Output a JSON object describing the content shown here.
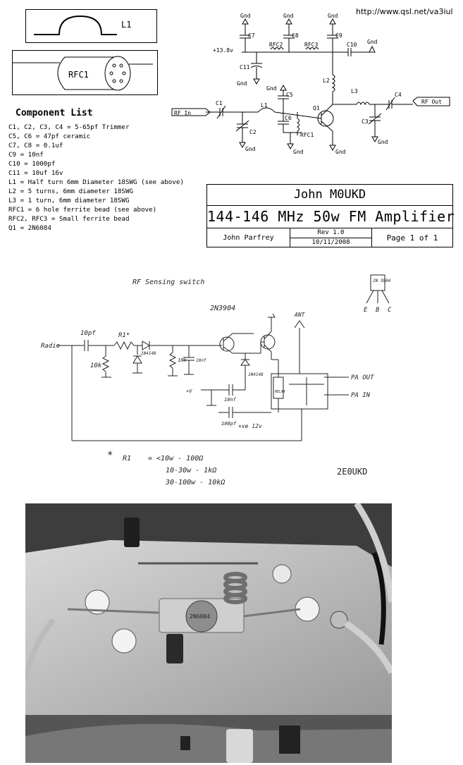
{
  "url": "http://www.qsl.net/va3iul",
  "inductor_box": {
    "label": "L1"
  },
  "rfc_box": {
    "label": "RFC1"
  },
  "schematic": {
    "supply": "+13.8v",
    "gnd": "Gnd",
    "rf_in": "RF In",
    "rf_out": "RF Out",
    "labels": {
      "c7": "C7",
      "c8": "C8",
      "c9": "C9",
      "c10": "C10",
      "c11": "C11",
      "rfc2": "RFC2",
      "rfc3": "RFC3",
      "l2": "L2",
      "l3": "L3",
      "c4": "C4",
      "c5": "C5",
      "c6": "C6",
      "c1": "C1",
      "l1": "L1",
      "q1": "Q1",
      "c2": "C2",
      "c3": "C3",
      "rfc1": "RFC1"
    }
  },
  "component_list": {
    "title": "Component List",
    "items": [
      "C1, C2, C3, C4 = 5-65pf Trimmer",
      "C5, C6 = 47pf ceramic",
      "C7, C8 = 0.1uf",
      "C9 = 10nf",
      "C10 = 1000pf",
      "C11 = 10uf 16v",
      "L1 = Half turn 6mm Diameter 18SWG (see above)",
      "L2 = 5 turns, 6mm diameter 18SWG",
      "L3 = 1 turn, 6mm diameter 18SWG",
      "RFC1 = 6 hole ferrite bead (see above)",
      "RFC2, RFC3 = Small ferrite bead",
      "Q1 = 2N6084"
    ]
  },
  "title_block": {
    "name": "John M0UKD",
    "description": "144-146 MHz 50w FM Amplifier",
    "author": "John Parfrey",
    "revision": "Rev 1.0",
    "date": "10/11/2008",
    "page": "Page 1 of 1"
  },
  "sensing_switch": {
    "title": "RF Sensing switch",
    "transistor": "2N3904",
    "pinout": [
      "E",
      "B",
      "C"
    ],
    "pinout_part": "2N 3904",
    "radio": "Radio",
    "c_10pf": "10pf",
    "r1": "R1*",
    "diode1": "1N4148",
    "r_10k_a": "10k",
    "r_10k_b": "10k",
    "c_10nf_v": "10nf",
    "diode2": "1N4148",
    "c_10nf": "10nf",
    "c_100pf": "100pf",
    "plus_v": "+V",
    "ve12": "+ve 12v",
    "ant": "ANT",
    "pa_out": "PA OUT",
    "pa_in": "PA IN",
    "relay": "RELAY",
    "note_star": "*",
    "note_r1": "R1",
    "notes": [
      "= <10w  -  100Ω",
      "10-30w - 1kΩ",
      "30-100w - 10kΩ"
    ],
    "author": "2E0UKD"
  },
  "photo": {
    "transistor_marking": "2N6084"
  }
}
